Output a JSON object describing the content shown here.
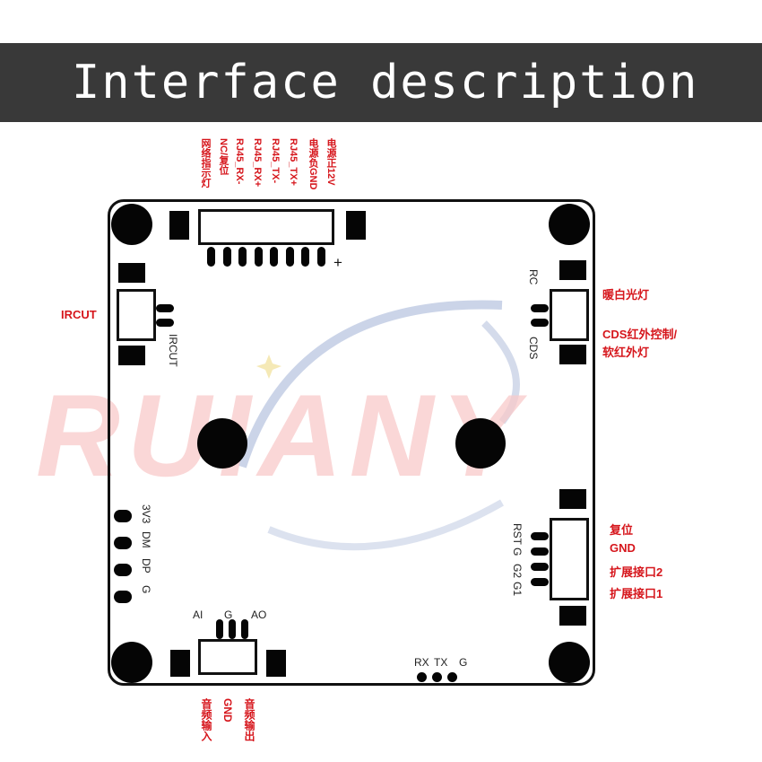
{
  "header": {
    "title": "Interface description"
  },
  "watermark": {
    "text": "RUIANY"
  },
  "top_connector": {
    "labels": [
      "网络指示灯",
      "NC/复位",
      "RJ45_RX-",
      "RJ45_RX+",
      "RJ45_TX-",
      "RJ45_TX+",
      "电源负GND",
      "电源正12V"
    ],
    "plus_mark": "+"
  },
  "ircut": {
    "side_label": "IRCUT",
    "board_label": "IRCUT"
  },
  "light": {
    "pin_rc": "RC",
    "pin_cds": "CDS",
    "label_warm": "暖白光灯",
    "label_cds_line1": "CDS红外控制/",
    "label_cds_line2": "软红外灯"
  },
  "usb": {
    "pins": [
      "3V3",
      "DM",
      "DP",
      "G"
    ]
  },
  "ext": {
    "pins": [
      "RST",
      "G",
      "G2",
      "G1"
    ],
    "labels": [
      "复位",
      "GND",
      "扩展接口2",
      "扩展接口1"
    ]
  },
  "audio": {
    "pin_labels": [
      "AI",
      "G",
      "AO"
    ],
    "labels": [
      "音频输入",
      "GND",
      "音频输出"
    ]
  },
  "serial": {
    "pins": [
      "RX",
      "TX",
      "G"
    ]
  },
  "colors": {
    "accent_red": "#d6161c",
    "banner_bg": "#393939",
    "watermark": "#f9caca",
    "swoosh_blue": "#a9b8d8"
  }
}
